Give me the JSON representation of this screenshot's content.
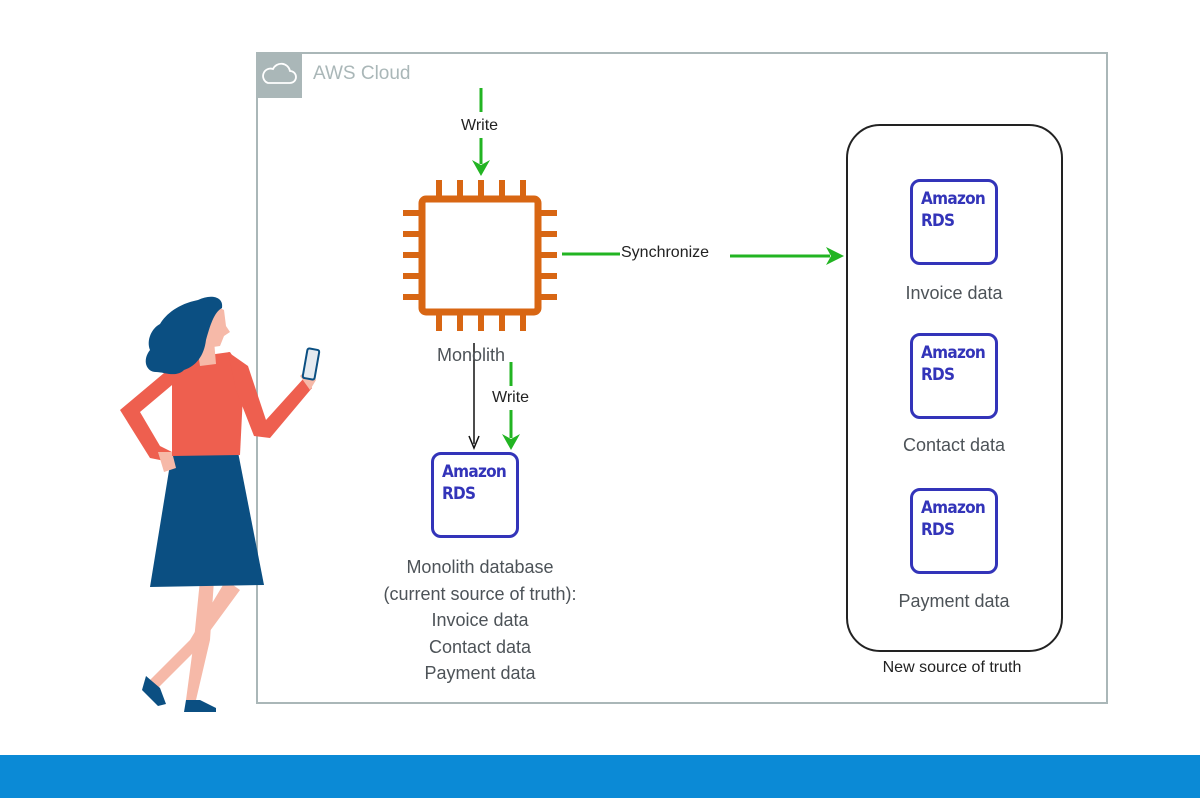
{
  "group": {
    "label": "AWS Cloud",
    "icon": "cloud-icon"
  },
  "monolith": {
    "label": "Monolith",
    "icon": "chip-icon",
    "color": "#d86613"
  },
  "arrows": {
    "write_top": "Write",
    "write_db": "Write",
    "synchronize": "Synchronize",
    "green": "#22b422"
  },
  "monolith_db": {
    "service_line1": "Amazon",
    "service_line2": "RDS",
    "label_lines": [
      "Monolith database",
      "(current source of truth):",
      "Invoice data",
      "Contact data",
      "Payment data"
    ]
  },
  "new_source": {
    "caption": "New source of truth",
    "databases": [
      {
        "service_line1": "Amazon",
        "service_line2": "RDS",
        "label": "Invoice data"
      },
      {
        "service_line1": "Amazon",
        "service_line2": "RDS",
        "label": "Contact data"
      },
      {
        "service_line1": "Amazon",
        "service_line2": "RDS",
        "label": "Payment data"
      }
    ]
  },
  "colors": {
    "rds": "#3334b9",
    "group_border": "#aab7b8",
    "bottom_bar": "#0b8ad6"
  }
}
